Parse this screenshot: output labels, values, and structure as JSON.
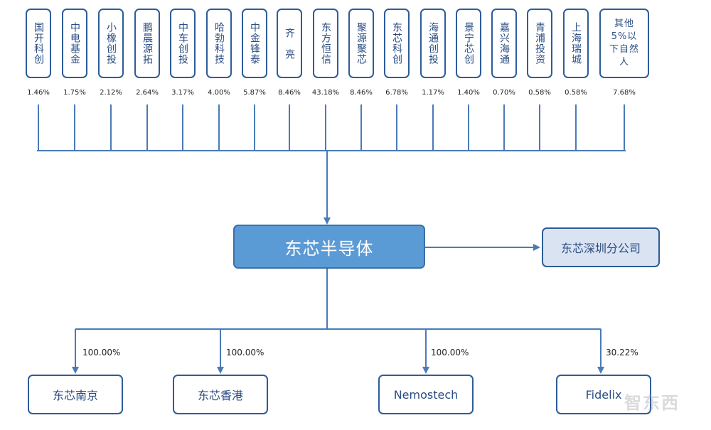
{
  "shareholders": [
    {
      "name": "国开科创",
      "pct": "1.46%"
    },
    {
      "name": "中电基金",
      "pct": "1.75%"
    },
    {
      "name": "小橡创投",
      "pct": "2.12%"
    },
    {
      "name": "鹏晨源拓",
      "pct": "2.64%"
    },
    {
      "name": "中车创投",
      "pct": "3.17%"
    },
    {
      "name": "哈勃科技",
      "pct": "4.00%"
    },
    {
      "name": "中金锋泰",
      "pct": "5.87%"
    },
    {
      "name": "齐　亮",
      "pct": "8.46%"
    },
    {
      "name": "东方恒信",
      "pct": "43.18%"
    },
    {
      "name": "聚源聚芯",
      "pct": "8.46%"
    },
    {
      "name": "东芯科创",
      "pct": "6.78%"
    },
    {
      "name": "海通创投",
      "pct": "1.17%"
    },
    {
      "name": "景宁芯创",
      "pct": "1.40%"
    },
    {
      "name": "嘉兴海通",
      "pct": "0.70%"
    },
    {
      "name": "青浦投资",
      "pct": "0.58%"
    },
    {
      "name": "上海瑞城",
      "pct": "0.58%"
    },
    {
      "name": "其他5%以下自然人",
      "pct": "7.68%"
    }
  ],
  "company": {
    "name": "东芯半导体"
  },
  "branch": {
    "name": "东芯深圳分公司"
  },
  "subsidiaries": [
    {
      "name": "东芯南京",
      "pct": "100.00%"
    },
    {
      "name": "东芯香港",
      "pct": "100.00%"
    },
    {
      "name": "Nemostech",
      "pct": "100.00%"
    },
    {
      "name": "Fidelix",
      "pct": "30.22%"
    }
  ],
  "watermark": "智东西",
  "colors": {
    "line": "#4a7ab8",
    "box_border": "#2e5c99",
    "main_fill": "#5b9bd5",
    "branch_fill": "#dae3f1",
    "text": "#2a4d82"
  }
}
